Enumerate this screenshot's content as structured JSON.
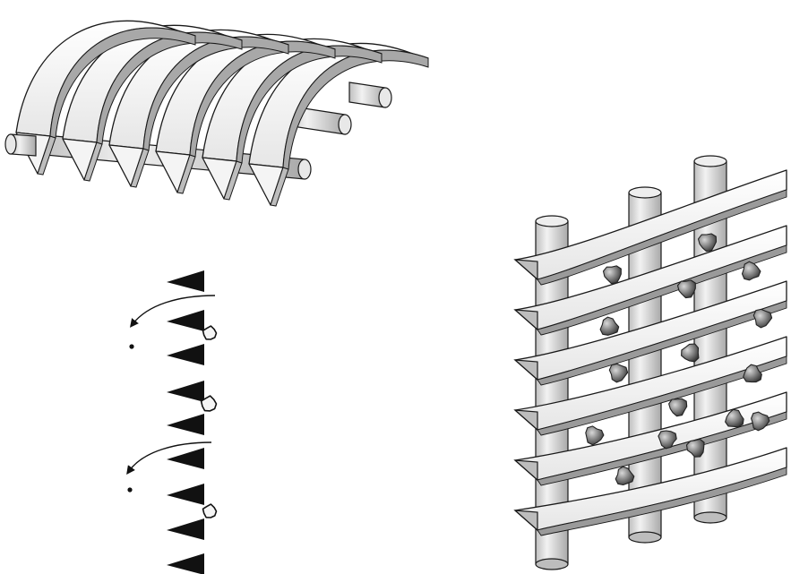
{
  "figure": {
    "panels": [
      {
        "id": "screen-section-curved",
        "kind": "perspective-illustration",
        "bars": 6,
        "support_rods": 3
      },
      {
        "id": "flow-cross-section",
        "kind": "side-section",
        "wedge_bars": 9,
        "flow_arrows": 2,
        "retained_particles": 3
      },
      {
        "id": "screen-clogged-panel",
        "kind": "perspective-illustration",
        "bars": 6,
        "support_rods": 3,
        "trapped_particles": 16
      }
    ],
    "colors": {
      "outline": "#1a1a1a",
      "bar_face": "#f4f4f4",
      "bar_shade": "#bdbdbd",
      "rod": "#d9d9d9",
      "wedge": "#111111",
      "particle": "#6e6e6e"
    }
  }
}
